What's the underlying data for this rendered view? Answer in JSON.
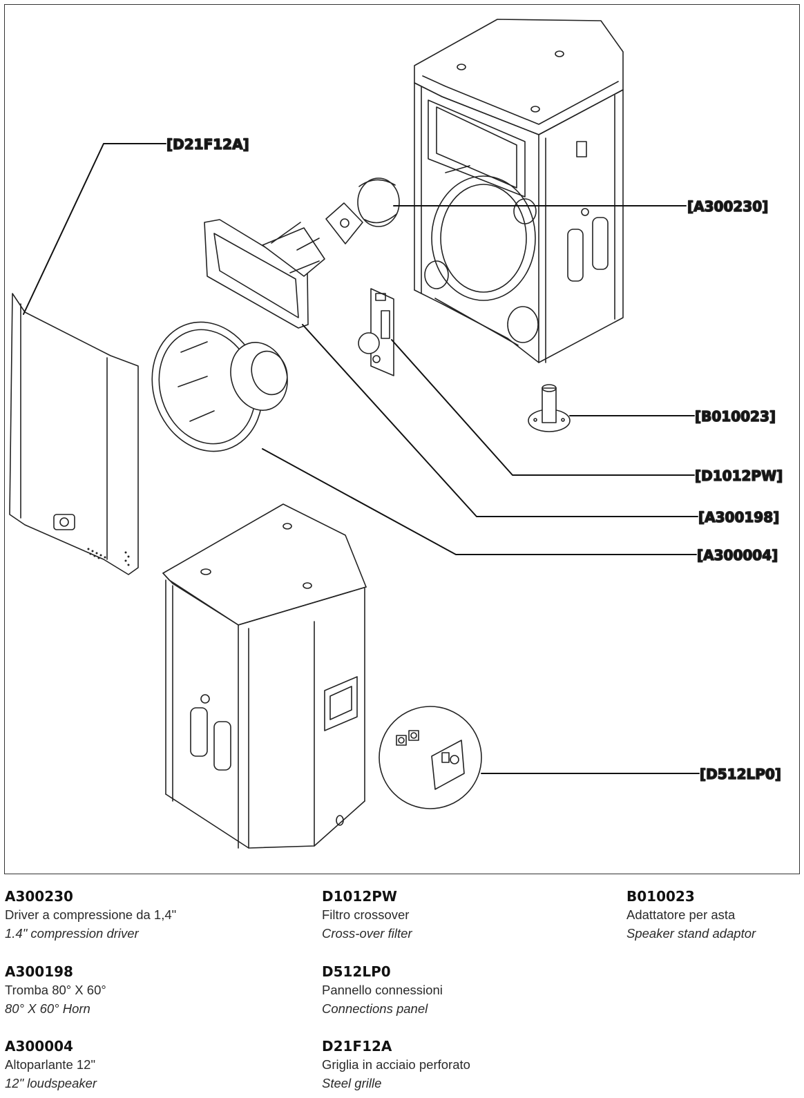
{
  "callouts": {
    "grille": "[D21F12A]",
    "driver": "[A300230]",
    "stand": "[B010023]",
    "crossover": "[D1012PW]",
    "horn": "[A300198]",
    "woofer": "[A300004]",
    "panel": "[D512LP0]"
  },
  "parts": [
    {
      "code": "A300230",
      "it": "Driver a compressione da 1,4\"",
      "en": "1.4\" compression driver"
    },
    {
      "code": "D1012PW",
      "it": "Filtro crossover",
      "en": "Cross-over filter"
    },
    {
      "code": "B010023",
      "it": "Adattatore per asta",
      "en": "Speaker stand adaptor"
    },
    {
      "code": "A300198",
      "it": "Tromba 80° X 60°",
      "en": "80° X 60° Horn"
    },
    {
      "code": "D512LP0",
      "it": "Pannello connessioni",
      "en": "Connections panel"
    },
    {
      "code": "A300004",
      "it": "Altoparlante 12\"",
      "en": "12\" loudspeaker"
    },
    {
      "code": "D21F12A",
      "it": "Griglia in acciaio perforato",
      "en": "Steel grille"
    }
  ]
}
